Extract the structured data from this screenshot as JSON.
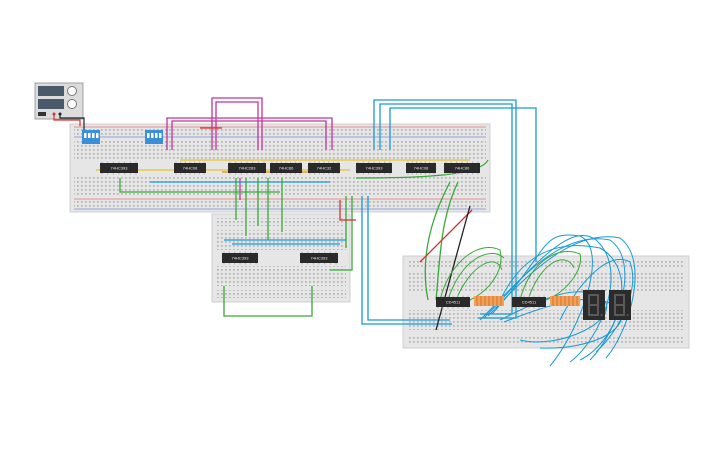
{
  "power_supply": {
    "display_voltage": "",
    "display_current": ""
  },
  "chips": [
    {
      "label": "74HC393"
    },
    {
      "label": "74HC08"
    },
    {
      "label": "74HC283"
    },
    {
      "label": "74HC86"
    },
    {
      "label": "74HC32"
    },
    {
      "label": "74HC393"
    },
    {
      "label": "74HC08"
    },
    {
      "label": "74HC86"
    },
    {
      "label": "74HC393"
    },
    {
      "label": "74HC393"
    },
    {
      "label": "CD4511"
    },
    {
      "label": "CD4511"
    }
  ],
  "displays": [
    {
      "digit": "8."
    },
    {
      "digit": "8."
    }
  ],
  "colors": {
    "breadboard": "#e6e6e6",
    "wire_blue": "#1a9ad6",
    "wire_green": "#3aa83a",
    "wire_magenta": "#c2349b",
    "wire_yellow": "#e6c22a",
    "wire_red": "#d83030",
    "wire_orange": "#e88a1a",
    "dip_switch": "#3a8fd8",
    "chip": "#2a2a2a"
  }
}
